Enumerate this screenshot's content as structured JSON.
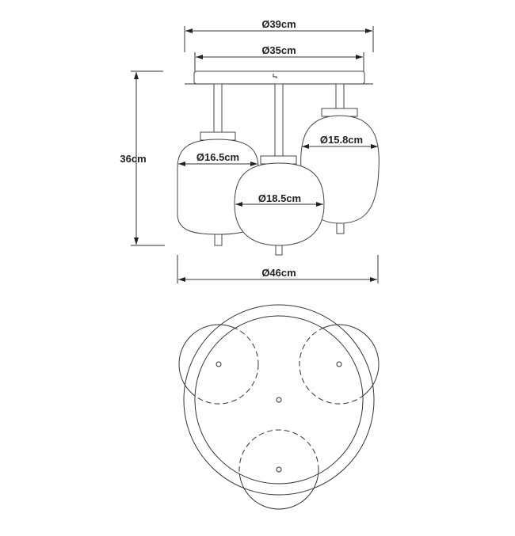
{
  "dimensions": {
    "top_outer_diameter": "Ø39cm",
    "canopy_diameter": "Ø35cm",
    "height": "36cm",
    "left_shade_diameter": "Ø16.5cm",
    "middle_shade_diameter": "Ø18.5cm",
    "right_shade_diameter": "Ø15.8cm",
    "overall_diameter": "Ø46cm"
  },
  "colors": {
    "line": "#333333",
    "background": "#ffffff"
  }
}
